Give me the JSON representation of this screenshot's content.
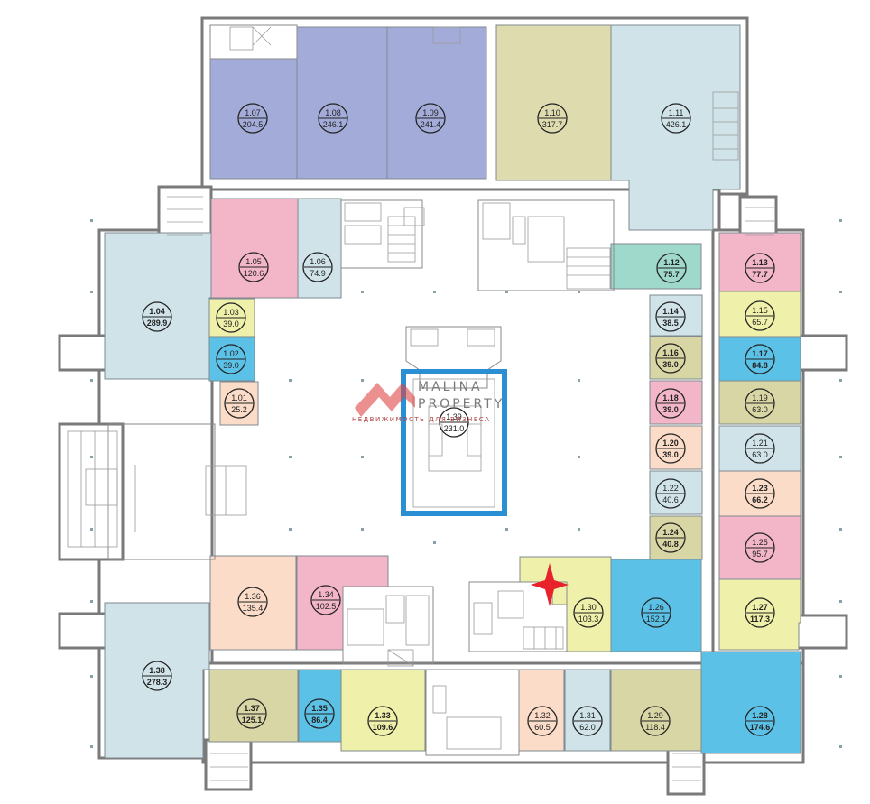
{
  "logo": {
    "line1": "MALINA",
    "line2": "PROPERTY",
    "tagline": "НЕДВИЖИМОСТЬ ДЛЯ БИЗНЕСА",
    "brand_color": "#e04545",
    "marker_color": "#e8222a"
  },
  "colors": {
    "blue": "#a3acd9",
    "olive": "#dedcae",
    "teal": "#cfe3e8",
    "pink": "#f3b6c8",
    "yellow": "#eff0a9",
    "cyan": "#5cc1e6",
    "peach": "#fbdcc8",
    "mint": "#9fd9cc",
    "khaki": "#d9d6a6",
    "atrium_frame": "#2b8fd4"
  },
  "units": [
    {
      "id": "1.01",
      "area": "25.2",
      "color": "peach",
      "bold": false
    },
    {
      "id": "1.02",
      "area": "39.0",
      "color": "cyan",
      "bold": false
    },
    {
      "id": "1.03",
      "area": "39.0",
      "color": "yellow",
      "bold": false
    },
    {
      "id": "1.04",
      "area": "289.9",
      "color": "teal",
      "bold": true
    },
    {
      "id": "1.05",
      "area": "120.6",
      "color": "pink",
      "bold": false
    },
    {
      "id": "1.06",
      "area": "74.9",
      "color": "teal",
      "bold": false
    },
    {
      "id": "1.07",
      "area": "204.5",
      "color": "blue",
      "bold": false
    },
    {
      "id": "1.08",
      "area": "246.1",
      "color": "blue",
      "bold": false
    },
    {
      "id": "1.09",
      "area": "241.4",
      "color": "blue",
      "bold": false
    },
    {
      "id": "1.10",
      "area": "317.7",
      "color": "olive",
      "bold": false
    },
    {
      "id": "1.11",
      "area": "426.1",
      "color": "teal",
      "bold": false
    },
    {
      "id": "1.12",
      "area": "75.7",
      "color": "mint",
      "bold": true
    },
    {
      "id": "1.13",
      "area": "77.7",
      "color": "pink",
      "bold": true
    },
    {
      "id": "1.14",
      "area": "38.5",
      "color": "teal",
      "bold": true
    },
    {
      "id": "1.15",
      "area": "65.7",
      "color": "yellow",
      "bold": false
    },
    {
      "id": "1.16",
      "area": "39.0",
      "color": "khaki",
      "bold": true
    },
    {
      "id": "1.17",
      "area": "84.8",
      "color": "cyan",
      "bold": true
    },
    {
      "id": "1.18",
      "area": "39.0",
      "color": "pink",
      "bold": true
    },
    {
      "id": "1.19",
      "area": "63.0",
      "color": "khaki",
      "bold": false
    },
    {
      "id": "1.20",
      "area": "39.0",
      "color": "peach",
      "bold": true
    },
    {
      "id": "1.21",
      "area": "63.0",
      "color": "teal",
      "bold": false
    },
    {
      "id": "1.22",
      "area": "40.6",
      "color": "teal",
      "bold": false
    },
    {
      "id": "1.23",
      "area": "66.2",
      "color": "peach",
      "bold": true
    },
    {
      "id": "1.24",
      "area": "40.8",
      "color": "khaki",
      "bold": true
    },
    {
      "id": "1.25",
      "area": "95.7",
      "color": "pink",
      "bold": false
    },
    {
      "id": "1.26",
      "area": "152.1",
      "color": "cyan",
      "bold": false
    },
    {
      "id": "1.27",
      "area": "117.3",
      "color": "yellow",
      "bold": true
    },
    {
      "id": "1.28",
      "area": "174.6",
      "color": "cyan",
      "bold": true
    },
    {
      "id": "1.29",
      "area": "118.4",
      "color": "khaki",
      "bold": false
    },
    {
      "id": "1.30",
      "area": "103.3",
      "color": "yellow",
      "bold": false
    },
    {
      "id": "1.31",
      "area": "62.0",
      "color": "teal",
      "bold": false
    },
    {
      "id": "1.32",
      "area": "60.5",
      "color": "peach",
      "bold": false
    },
    {
      "id": "1.33",
      "area": "109.6",
      "color": "yellow",
      "bold": true
    },
    {
      "id": "1.34",
      "area": "102.5",
      "color": "pink",
      "bold": false
    },
    {
      "id": "1.35",
      "area": "86.4",
      "color": "cyan",
      "bold": true
    },
    {
      "id": "1.36",
      "area": "135.4",
      "color": "peach",
      "bold": false
    },
    {
      "id": "1.37",
      "area": "125.1",
      "color": "khaki",
      "bold": true
    },
    {
      "id": "1.38",
      "area": "278.3",
      "color": "teal",
      "bold": true
    },
    {
      "id": "1.39",
      "area": "231.0",
      "color": "none",
      "bold": false
    }
  ]
}
